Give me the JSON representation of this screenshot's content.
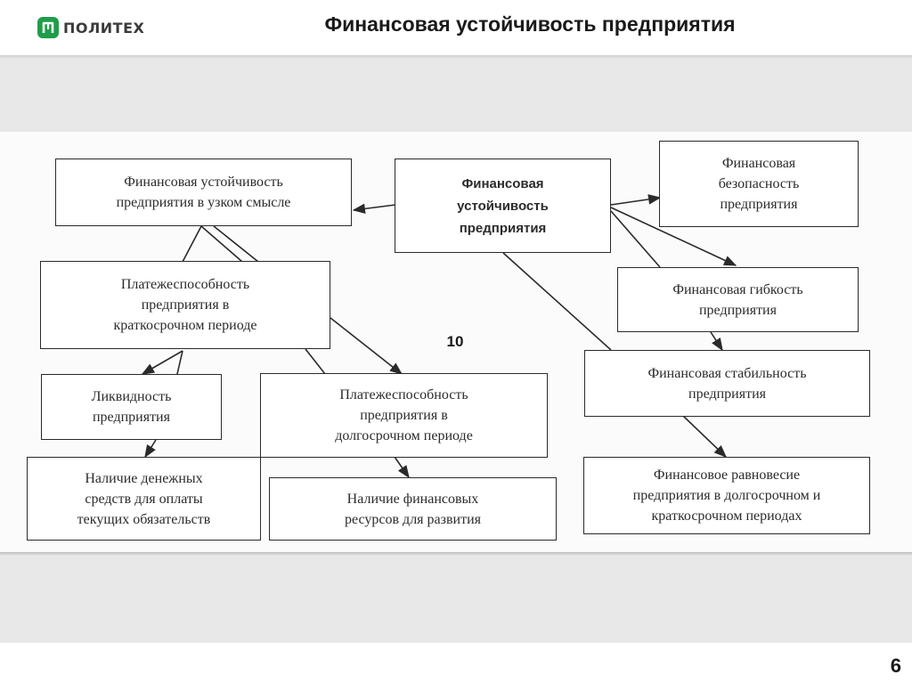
{
  "header": {
    "logo_text": "ПОЛИТЕХ",
    "logo_icon": "polytech-logo-icon",
    "title": "Финансовая устойчивость предприятия"
  },
  "diagram": {
    "center": "Финансовая\nустойчивость\nпредприятия",
    "narrow": "Финансовая устойчивость\nпредприятия в узком смысле",
    "security": "Финансовая\nбезопасность\nпредприятия",
    "flexibility": "Финансовая гибкость\nпредприятия",
    "stability": "Финансовая стабильность\nпредприятия",
    "equilibrium": "Финансовое равновесие\nпредприятия в долгосрочном и\nкраткосрочном периодах",
    "short_solvency": "Платежеспособность\nпредприятия в\nкраткосрочном периоде",
    "long_solvency": "Платежеспособность\nпредприятия в\nдолгосрочном периоде",
    "liquidity": "Ликвидность\nпредприятия",
    "cash": "Наличие денежных\nсредств для оплаты\nтекущих обязательств",
    "resources": "Наличие финансовых\nресурсов для развития",
    "slide_number": "10"
  },
  "footer": {
    "page_number": "6"
  },
  "colors": {
    "logo_green": "#1f9d4a",
    "band_gray": "#e8e8e8",
    "line": "#2a2a2a"
  }
}
